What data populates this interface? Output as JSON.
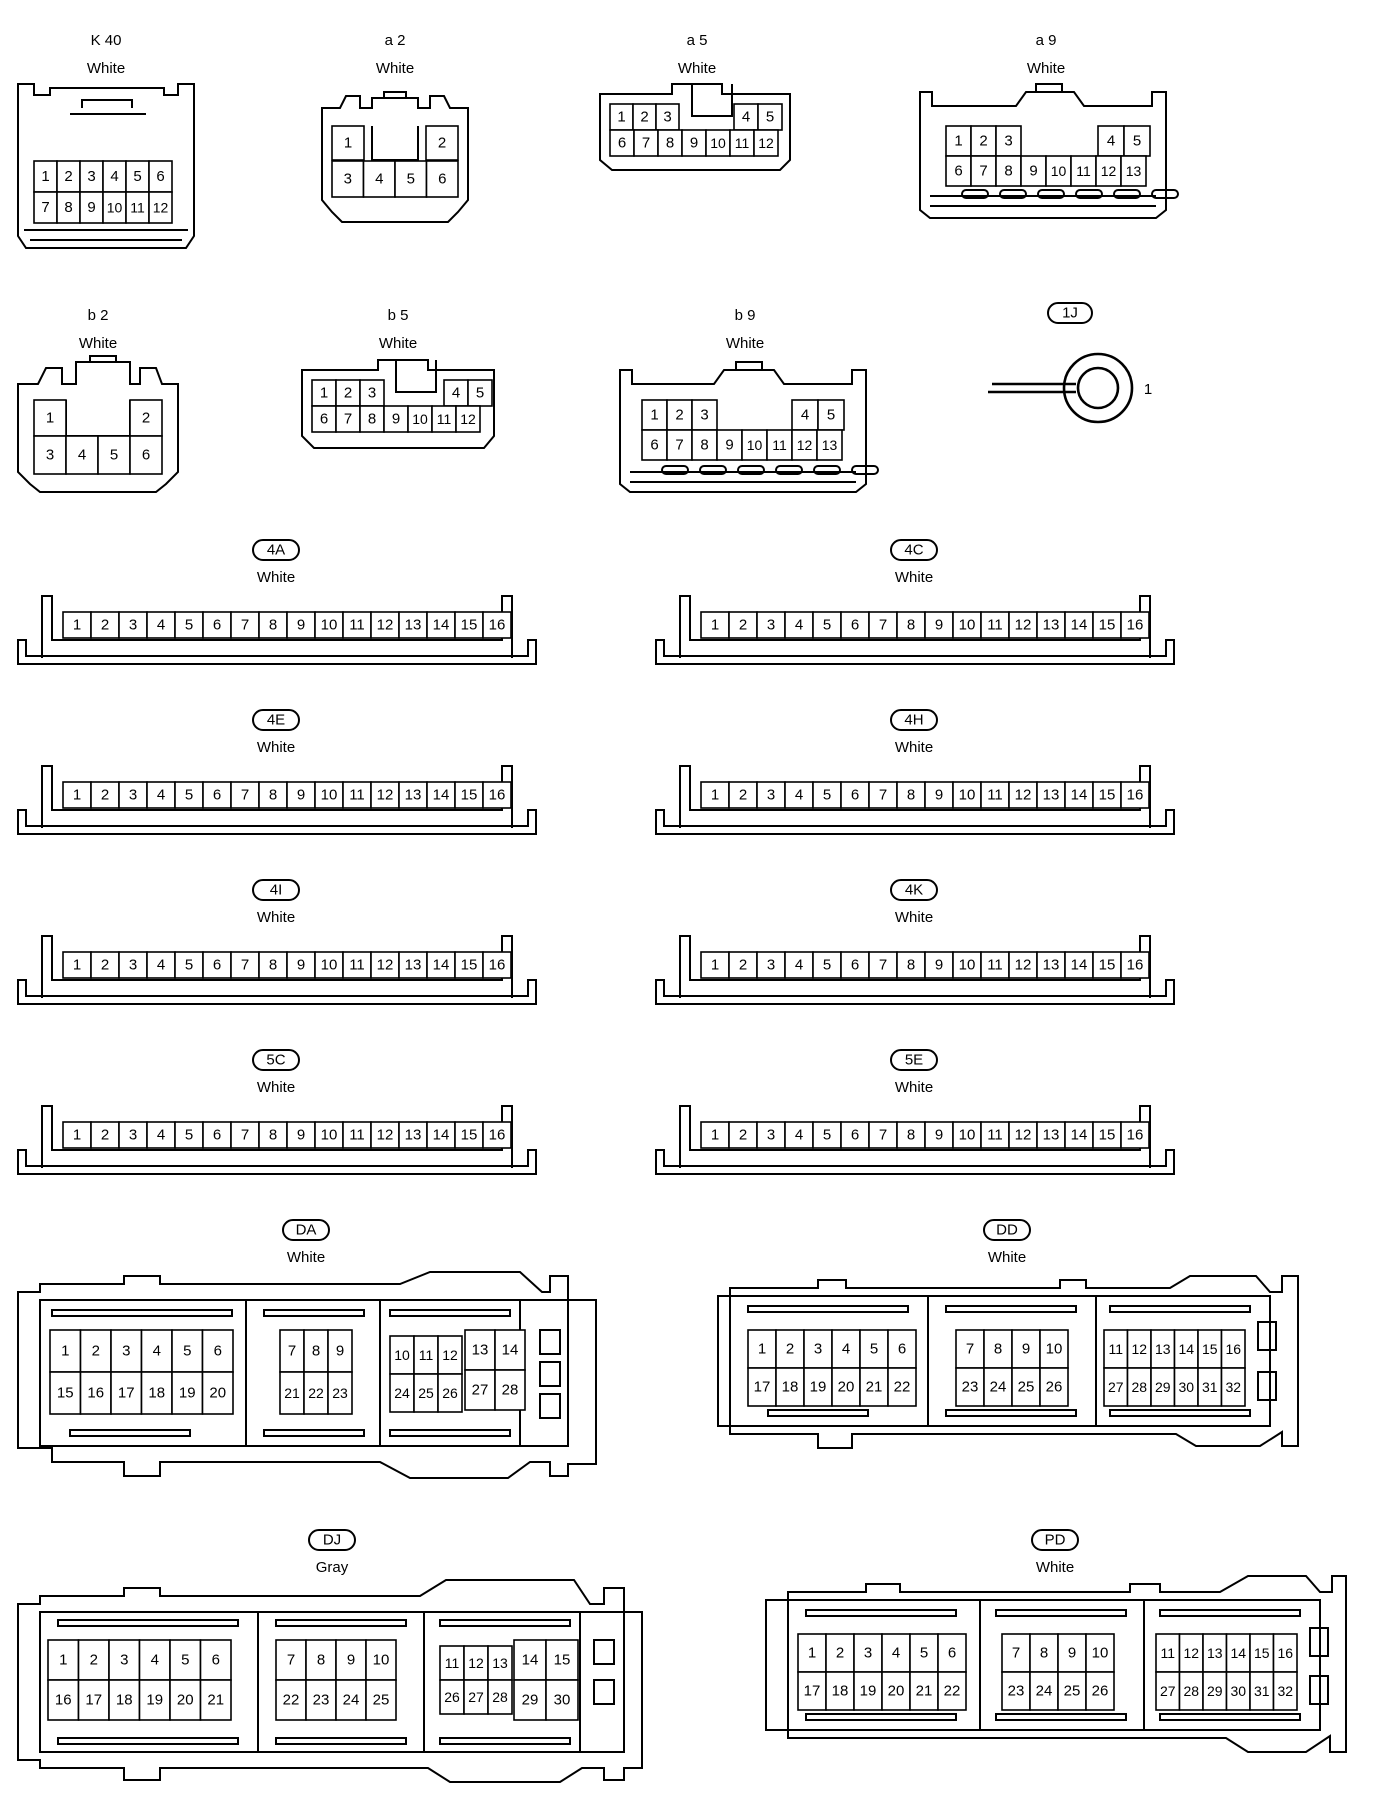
{
  "connectors": [
    {
      "code": "K 40",
      "color": "White"
    },
    {
      "code": "a 2",
      "color": "White"
    },
    {
      "code": "a 5",
      "color": "White"
    },
    {
      "code": "a 9",
      "color": "White"
    },
    {
      "code": "b 2",
      "color": "White"
    },
    {
      "code": "b 5",
      "color": "White"
    },
    {
      "code": "b 9",
      "color": "White"
    },
    {
      "code": "1J",
      "color": "",
      "pin": "1"
    },
    {
      "code": "4A",
      "color": "White"
    },
    {
      "code": "4C",
      "color": "White"
    },
    {
      "code": "4E",
      "color": "White"
    },
    {
      "code": "4H",
      "color": "White"
    },
    {
      "code": "4I",
      "color": "White"
    },
    {
      "code": "4K",
      "color": "White"
    },
    {
      "code": "5C",
      "color": "White"
    },
    {
      "code": "5E",
      "color": "White"
    },
    {
      "code": "DA",
      "color": "White"
    },
    {
      "code": "DD",
      "color": "White"
    },
    {
      "code": "DJ",
      "color": "Gray"
    },
    {
      "code": "PD",
      "color": "White"
    }
  ]
}
